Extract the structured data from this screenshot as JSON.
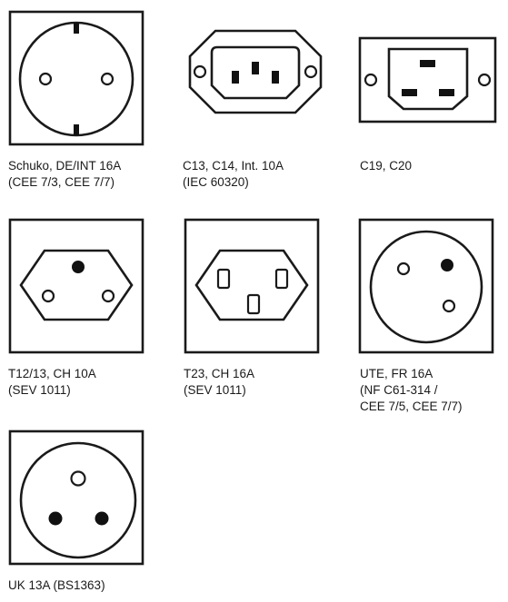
{
  "connectors": [
    {
      "id": "schuko",
      "icon": "schuko-socket-icon",
      "lines": [
        "Schuko, DE/INT 16A",
        "(CEE 7/3, CEE 7/7)"
      ]
    },
    {
      "id": "c13",
      "icon": "c13-socket-icon",
      "lines": [
        "C13, C14, Int. 10A",
        "(IEC 60320)"
      ]
    },
    {
      "id": "c19",
      "icon": "c19-socket-icon",
      "lines": [
        "C19, C20"
      ]
    },
    {
      "id": "t12",
      "icon": "t12-socket-icon",
      "lines": [
        "T12/13, CH 10A",
        "(SEV 1011)"
      ]
    },
    {
      "id": "t23",
      "icon": "t23-socket-icon",
      "lines": [
        "T23, CH 16A",
        "(SEV 1011)"
      ]
    },
    {
      "id": "ute",
      "icon": "ute-socket-icon",
      "lines": [
        "UTE, FR 16A",
        "(NF C61-314 /",
        "CEE 7/5, CEE 7/7)"
      ]
    },
    {
      "id": "uk",
      "icon": "uk-socket-icon",
      "lines": [
        "UK 13A (BS1363)"
      ]
    }
  ]
}
